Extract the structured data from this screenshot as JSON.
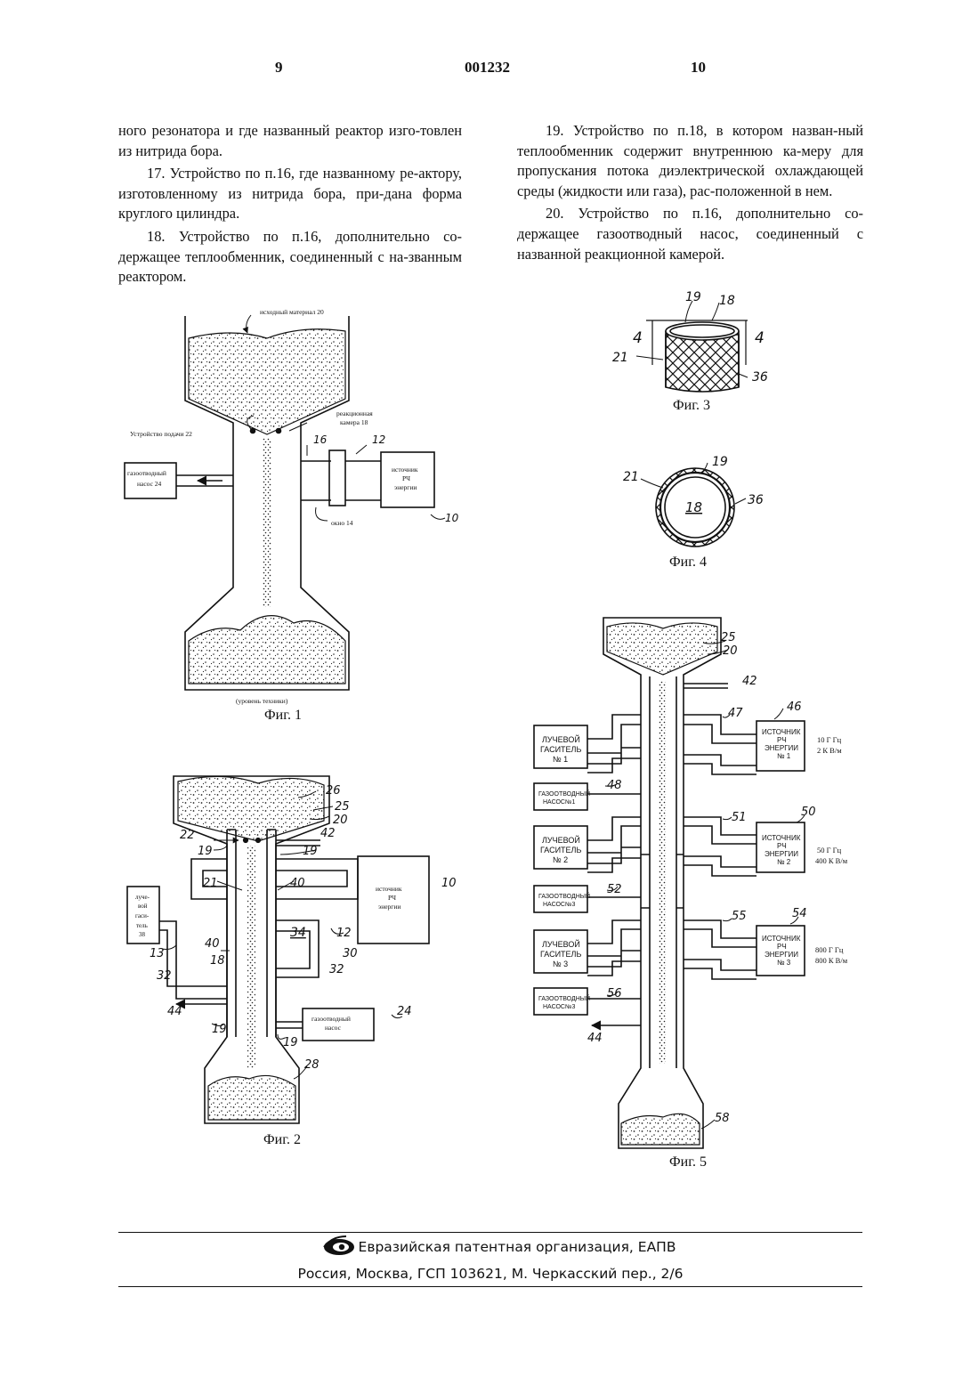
{
  "header": {
    "page_left": "9",
    "doc_number": "001232",
    "page_right": "10"
  },
  "left_column": [
    "ного резонатора и где названный реактор изго-товлен из нитрида бора.",
    "17. Устройство по п.16, где названному ре-актору, изготовленному из нитрида бора, при-дана форма круглого цилиндра.",
    "18. Устройство по п.16, дополнительно со-держащее теплообменник, соединенный с на-званным реактором."
  ],
  "right_column": [
    "19. Устройство по п.18, в котором назван-ный теплообменник содержит внутреннюю ка-меру для пропускания потока диэлектрической охлаждающей среды (жидкости или газа), рас-положенной в нем.",
    "20. Устройство по п.16, дополнительно со-держащее газоотводный насос, соединенный с названной реакционной камерой."
  ],
  "figures": {
    "fig1": {
      "caption": "Фиг. 1",
      "source_material": "исходный материал 20",
      "reaction_chamber_1": "реакционная",
      "reaction_chamber_2": "камера 18",
      "feeder": "Устройство подачи 22",
      "pump_1": "газоотводный",
      "pump_2": "насос 24",
      "rf_1": "источник",
      "rf_2": "РЧ",
      "rf_3": "энергии",
      "window": "окно 14",
      "n16": "16",
      "n12": "12",
      "n10": "10",
      "prior_art": "(уровень техники)"
    },
    "fig2": {
      "caption": "Фиг. 2",
      "beam_1": "луче-",
      "beam_2": "вой",
      "beam_3": "гаси-",
      "beam_4": "тель",
      "beam_5": "38",
      "rf_1": "источник",
      "rf_2": "РЧ",
      "rf_3": "энергии",
      "pump": "газоотводный",
      "pump_2": "насос",
      "n26": "26",
      "n25": "25",
      "n20": "20",
      "n22": "22",
      "n42": "42",
      "n19a": "19",
      "n19b": "19",
      "n19c": "19",
      "n19d": "19",
      "n21": "21",
      "n40a": "40",
      "n40b": "40",
      "n10": "10",
      "n34": "34",
      "n12": "12",
      "n13": "13",
      "n18": "18",
      "n30": "30",
      "n32a": "32",
      "n32b": "32",
      "n44": "44",
      "n24": "24",
      "n28": "28"
    },
    "fig3": {
      "caption": "Фиг. 3",
      "n19": "19",
      "n18": "18",
      "n4a": "4",
      "n4b": "4",
      "n21": "21",
      "n36": "36"
    },
    "fig4": {
      "caption": "Фиг. 4",
      "n21": "21",
      "n19": "19",
      "n18": "18",
      "n36": "36"
    },
    "fig5": {
      "caption": "Фиг. 5",
      "n25": "25",
      "n20": "20",
      "n42": "42",
      "n46": "46",
      "n47": "47",
      "n48": "48",
      "n50": "50",
      "n51": "51",
      "n52": "52",
      "n54": "54",
      "n55": "55",
      "n56": "56",
      "n44": "44",
      "n58": "58",
      "beam": "ЛУЧЕВОЙ",
      "beam_2": "ГАСИТЕЛЬ",
      "no1": "№ 1",
      "no2": "№ 2",
      "no3": "№ 3",
      "pump": "ГАЗООТВОДНЫЙ",
      "pump_no1": "НАСОС№1",
      "pump_no3a": "НАСОС№3",
      "pump_no3b": "НАСОС№3",
      "src": "ИСТОЧНИК",
      "src_2": "РЧ",
      "src_3": "ЭНЕРГИИ",
      "f1": "10 Г Гц",
      "p1": "2 К В/м",
      "f2": "50 Г Гц",
      "p2": "400 К В/м",
      "f3": "800 Г Гц",
      "p3": "800 К В/м"
    }
  },
  "footer": {
    "org": "Евразийская патентная организация, ЕАПВ",
    "address": "Россия, Москва, ГСП 103621, М. Черкасский пер., 2/6"
  }
}
